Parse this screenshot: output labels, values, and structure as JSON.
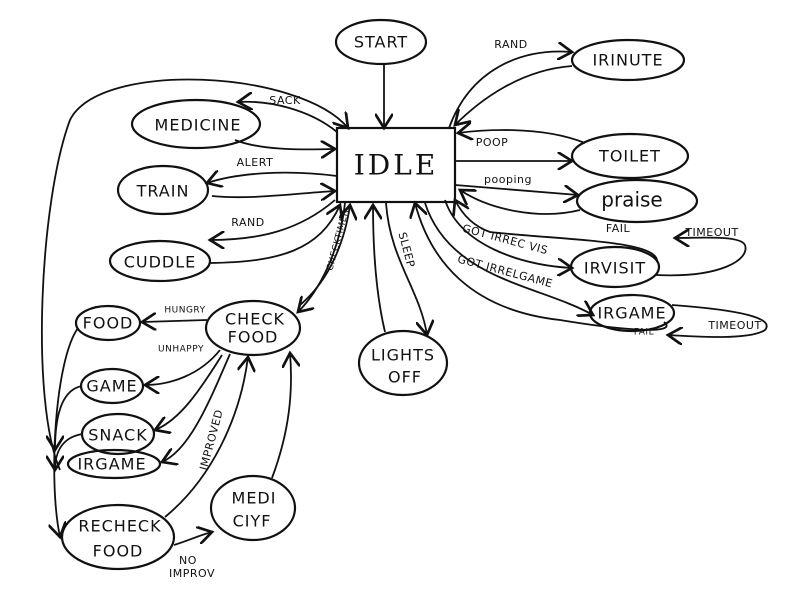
{
  "nodes": {
    "start": "START",
    "irinute": "IRINUTE",
    "idle": "IDLE",
    "medicine": "MEDICINE",
    "train": "TRAIN",
    "cuddle": "CUDDLE",
    "toilet": "TOILET",
    "praise": "praise",
    "irvisit": "IRVISIT",
    "irgame_right": "IRGAME",
    "lights_off_1": "LIGHTS",
    "lights_off_2": "OFF",
    "check_food_1": "CHECK",
    "check_food_2": "FOOD",
    "food": "FOOD",
    "game": "GAME",
    "snack": "SNACK",
    "irgame_left": "IRGAME",
    "recheck_food_1": "RECHECK",
    "recheck_food_2": "FOOD",
    "medicine_bottom_1": "MEDI",
    "medicine_bottom_2": "CIYF"
  },
  "edges": {
    "rand_top": "RAND",
    "sack": "SACK",
    "alert": "ALERT",
    "rand_cuddle": "RAND",
    "poop": "POOP",
    "pooping": "pooping",
    "got_irrec_vis": "GOT IRREC VIS",
    "fail_irvisit": "FAIL",
    "timeout_irvisit": "TIMEOUT",
    "got_irrelgame": "GOT IRRELGAME",
    "fail_irgame": "FAIL",
    "timeout_irgame": "TIMEOUT",
    "checktimer": "CHECKTIMER",
    "sleep": "SLEEP",
    "hungry": "HUNGRY",
    "unhappy": "UNHAPPY",
    "improved": "IMPROVED",
    "no_improv_1": "NO",
    "no_improv_2": "IMPROV"
  }
}
